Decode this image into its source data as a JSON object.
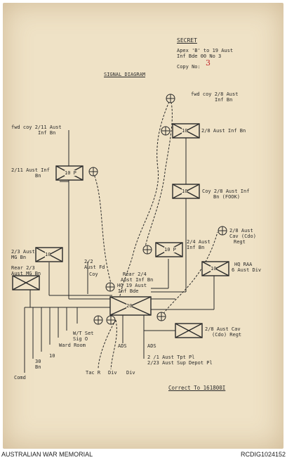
{
  "header": {
    "classification": "SECRET",
    "appx_line1": "Apex 'B' to 19 Aust",
    "appx_line2": "Inf Bde 00 No 3",
    "copy_no_label": "Copy No:",
    "copy_no_value": "3"
  },
  "title": "SIGNAL DIAGRAM",
  "units": {
    "fwd_coy_2_8": [
      "fwd coy 2/8 Aust",
      "Inf Bn"
    ],
    "fwd_coy_2_11": [
      "fwd coy 2/11 Aust",
      "Inf Bn"
    ],
    "bn_2_11": [
      "2/11 Aust Inf",
      "Bn"
    ],
    "bn_2_8": "2/8 Aust Inf Bn",
    "coy_2_8": [
      "Coy 2/8 Aust Inf",
      "Bn (FOOK)"
    ],
    "bn_2_4": [
      "2/4 Aust",
      "Inf Bn"
    ],
    "cav_2_8_top": [
      "2/8 Aust",
      "Cav (Cdo)",
      "Regt"
    ],
    "mg_2_3": [
      "2/3 Aust",
      "MG Bn"
    ],
    "rear_2_3_mg": [
      "Rear 2/3",
      "Aust MG Bn"
    ],
    "fd_coy_2_2": [
      "2/2",
      "Aust Fd",
      "Coy"
    ],
    "bde_hq": [
      "Rear 2/4",
      "Aust Inf Bn",
      "HQ 19 Aust",
      "Inf Bde"
    ],
    "hq_raa": [
      "HQ RAA",
      "6 Aust Div"
    ],
    "cav_2_8_bottom": [
      "2/8 Aust Cav",
      "(Cdo) Regt"
    ],
    "wt_set": [
      "W/T Set",
      "Sig O"
    ],
    "wardroom": "Ward Room",
    "num_10": "10",
    "bn_30": [
      "30",
      "Bn"
    ],
    "comd": "Comd",
    "ads_1": "ADS",
    "ads_2": "ADS",
    "tpt_2_1": "2 /1 Aust Tpt Pl",
    "sup_2_23": "2/23 Aust Sup Depot Pl",
    "tac_r": "Tac R",
    "div_1": "Div",
    "div_2": "Div"
  },
  "box_numbers": {
    "bn_2_8": "10",
    "bn_2_11": "10 P",
    "coy_2_8": "10",
    "bn_2_4": "10 P",
    "mg_2_3": "10",
    "hq_raa": "10",
    "bde_hq": "20"
  },
  "correct_to": "Correct To 161800I",
  "footer": {
    "left": "AUSTRALIAN WAR MEMORIAL",
    "right": "RCDIG1024152"
  },
  "colors": {
    "paper": "#efe2c6",
    "ink": "#2a2a2a",
    "red_ink": "#c2262b"
  }
}
